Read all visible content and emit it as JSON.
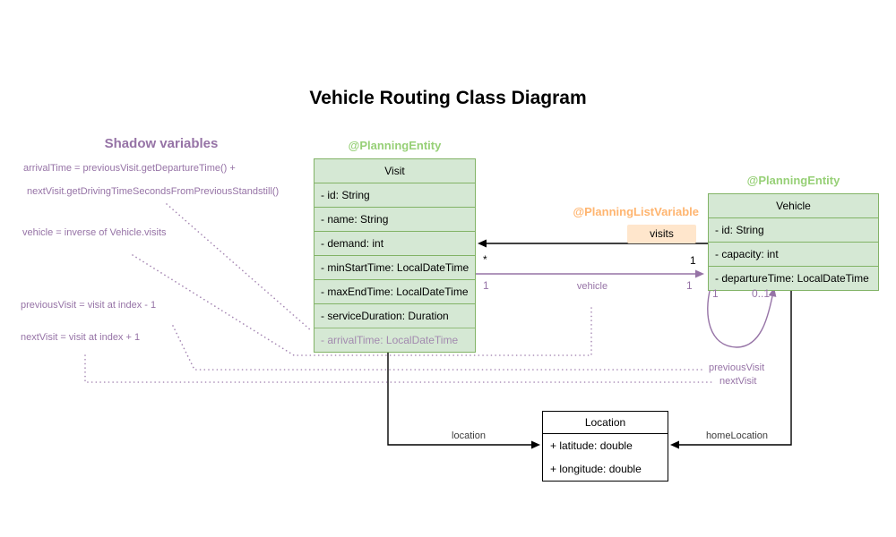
{
  "title": "Vehicle Routing Class Diagram",
  "colors": {
    "class_fill_green": "#d5e8d4",
    "class_border_green": "#82b366",
    "stereotype_green": "#97d077",
    "stereotype_orange": "#ffb570",
    "badge_fill_orange": "#ffe6cc",
    "shadow_purple": "#9673a6",
    "edge_black": "#000000"
  },
  "annotations": {
    "shadow_heading": "Shadow variables",
    "arrival_formula_line1": "arrivalTime = previousVisit.getDepartureTime() +",
    "arrival_formula_line2": "nextVisit.getDrivingTimeSecondsFromPreviousStandstill()",
    "vehicle_formula": "vehicle = inverse of Vehicle.visits",
    "previous_visit_formula": "previousVisit = visit at index - 1",
    "next_visit_formula": "nextVisit = visit at index + 1"
  },
  "classes": {
    "visit": {
      "stereotype": "@PlanningEntity",
      "name": "Visit",
      "fields": [
        "- id: String",
        "- name: String",
        "- demand: int",
        "- minStartTime: LocalDateTime",
        "- maxEndTime: LocalDateTime",
        "- serviceDuration: Duration",
        "- arrivalTime: LocalDateTime"
      ]
    },
    "vehicle": {
      "stereotype": "@PlanningEntity",
      "name": "Vehicle",
      "fields": [
        "- id: String",
        "- capacity: int",
        "- departureTime: LocalDateTime"
      ]
    },
    "location": {
      "name": "Location",
      "fields": [
        "+ latitude: double",
        "+ longitude: double"
      ]
    }
  },
  "relationships": {
    "visits": {
      "stereotype": "@PlanningListVariable",
      "label": "visits",
      "visit_multiplicity": "*",
      "vehicle_multiplicity": "1"
    },
    "vehicle": {
      "label": "vehicle",
      "source_multiplicity": "1",
      "target_multiplicity": "1"
    },
    "visit_chain_loop": {
      "source_multiplicity": "1",
      "target_multiplicity": "0..1",
      "previous_visit_label": "previousVisit",
      "next_visit_label": "nextVisit"
    },
    "location": {
      "label": "location"
    },
    "home_location": {
      "label": "homeLocation"
    }
  }
}
